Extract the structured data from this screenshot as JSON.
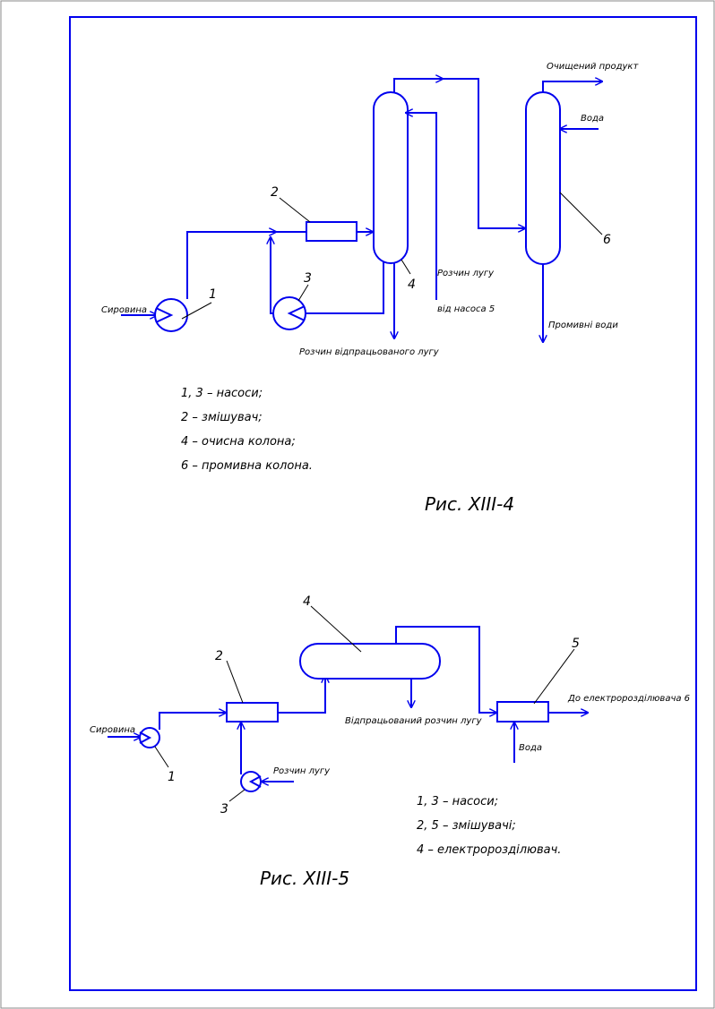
{
  "fig1": {
    "title": "Рис. XIII-4",
    "numbers": {
      "n1": "1",
      "n2": "2",
      "n3": "3",
      "n4": "4",
      "n6": "6"
    },
    "labels": {
      "feed": "Сировина",
      "purified_product": "Очищений продукт",
      "water": "Вода",
      "alkali_solution": "Розчин лугу",
      "from_pump": "від насоса 5",
      "wash_water": "Промивні води",
      "spent_alkali": "Розчин відпрацьованого лугу"
    },
    "legend": [
      "1, 3 – насоси;",
      "2 – змішувач;",
      "4 – очисна колона;",
      "6 – промивна колона."
    ]
  },
  "fig2": {
    "title": "Рис. XIII-5",
    "numbers": {
      "n1": "1",
      "n2": "2",
      "n3": "3",
      "n4": "4",
      "n5": "5"
    },
    "labels": {
      "feed": "Сировина",
      "alkali_solution": "Розчин лугу",
      "spent_alkali": "Відпрацьований розчин лугу",
      "to_separator": "До електророзділювача 6",
      "water": "Вода"
    },
    "legend": [
      "1, 3 – насоси;",
      "2, 5 – змішувачі;",
      "4 – електророзділювач."
    ]
  },
  "colors": {
    "flow_lines": "#0000ee",
    "frame": "#0000ee",
    "text": "#000000"
  }
}
